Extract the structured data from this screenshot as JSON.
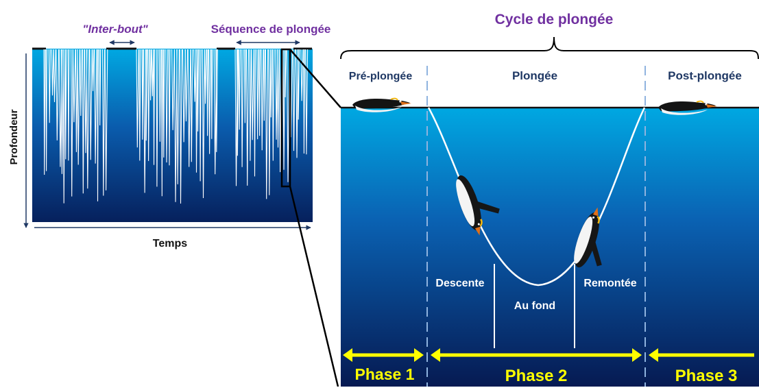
{
  "left_panel": {
    "inter_bout_label": "\"Inter-bout\"",
    "dive_sequence_label": "Séquence de plongée",
    "y_axis_label": "Profondeur",
    "x_axis_label": "Temps"
  },
  "right_panel": {
    "cycle_title": "Cycle de plongée",
    "pre_dive_label": "Pré-plongée",
    "dive_label": "Plongée",
    "post_dive_label": "Post-plongée",
    "descent_label": "Descente",
    "bottom_label": "Au fond",
    "ascent_label": "Remontée",
    "phase1_label": "Phase 1",
    "phase2_label": "Phase 2",
    "phase3_label": "Phase 3"
  },
  "colors": {
    "purple_title": "#7030a0",
    "navy_label": "#1f3864",
    "phase_yellow": "#ffff00",
    "water_top": "#00a6e0",
    "water_bottom": "#061a52"
  },
  "icons": [
    "penguin-icon"
  ]
}
